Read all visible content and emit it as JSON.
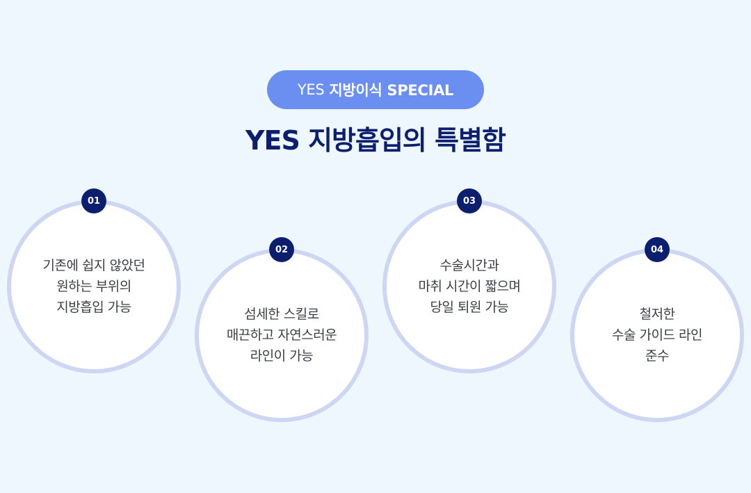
{
  "header": {
    "badge_prefix": "YES",
    "badge_rest": "지방이식 SPECIAL",
    "title": "YES 지방흡입의 특별함"
  },
  "colors": {
    "background": "#eef7fd",
    "pill": "#6a8ff0",
    "title": "#0c1f6e",
    "circle_border": "#cdd7f4",
    "badge": "#0c1f6e",
    "body_text": "#3b3e45"
  },
  "features": [
    {
      "number": "01",
      "lines": [
        "기존에 쉽지 않았던",
        "원하는 부위의",
        "지방흡입 가능"
      ]
    },
    {
      "number": "02",
      "lines": [
        "섬세한 스킬로",
        "매끈하고 자연스러운",
        "라인이 가능"
      ]
    },
    {
      "number": "03",
      "lines": [
        "수술시간과",
        "마취 시간이 짧으며",
        "당일 퇴원 가능"
      ]
    },
    {
      "number": "04",
      "lines": [
        "철저한",
        "수술 가이드 라인",
        "준수"
      ]
    }
  ]
}
